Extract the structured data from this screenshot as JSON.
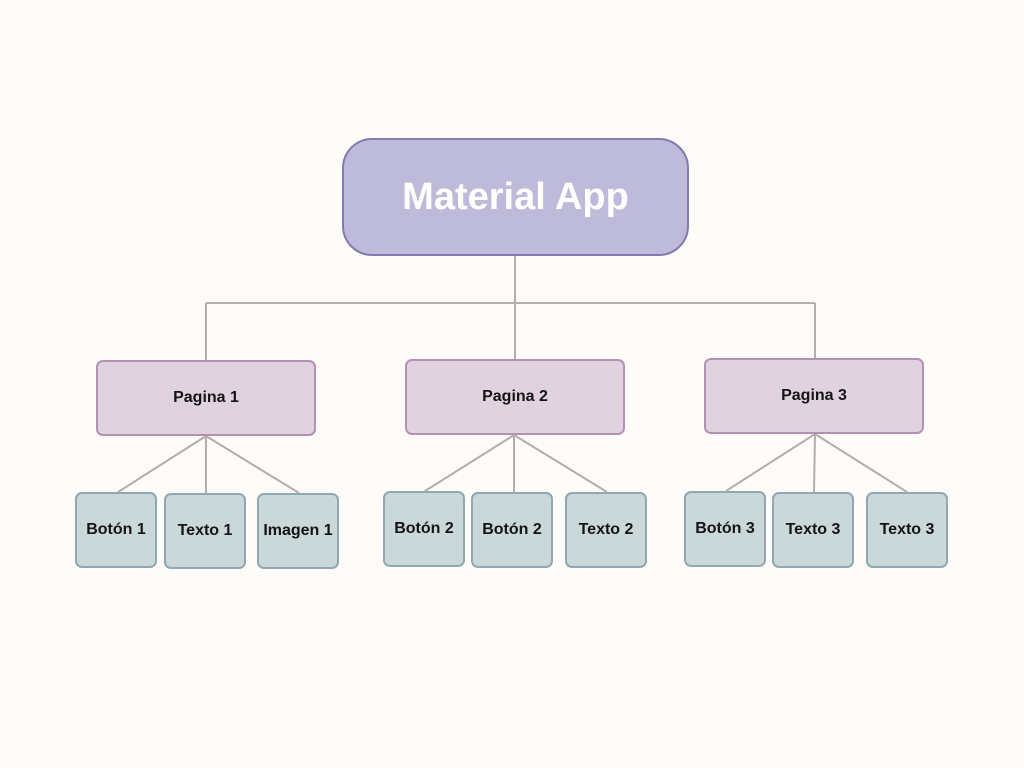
{
  "root": {
    "label": "Material App"
  },
  "pages": [
    {
      "label": "Pagina 1",
      "children": [
        "Botón 1",
        "Texto 1",
        "Imagen 1"
      ]
    },
    {
      "label": "Pagina 2",
      "children": [
        "Botón 2",
        "Botón 2",
        "Texto 2"
      ]
    },
    {
      "label": "Pagina 3",
      "children": [
        "Botón 3",
        "Texto 3",
        "Texto 3"
      ]
    }
  ],
  "colors": {
    "root_fill": "#bdbbd9",
    "root_border": "#837ab0",
    "page_fill": "#e1d2e0",
    "page_border": "#b590b3",
    "leaf_fill": "#cbd8d9",
    "leaf_border": "#8fa8b1",
    "connector": "#b5acac",
    "background": "#fdfcf9"
  }
}
